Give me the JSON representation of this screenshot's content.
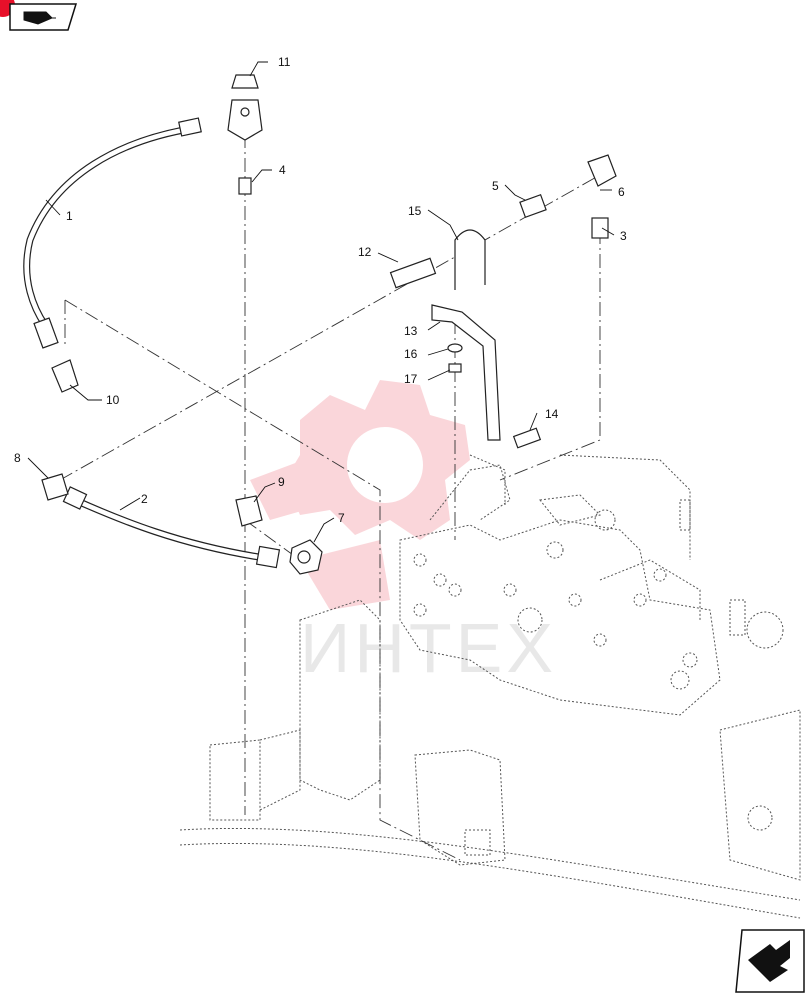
{
  "navigation": {
    "back_icon": "previous-page-arrow-icon",
    "next_icon": "next-page-arrow-icon",
    "corner_badge_color": "#e8102a"
  },
  "watermark": {
    "text": "ИНТЕХ",
    "logo_icon": "gear-cog-logo-icon",
    "logo_color": "#f6b6bd"
  },
  "callouts": [
    "1",
    "2",
    "3",
    "4",
    "5",
    "6",
    "7",
    "8",
    "9",
    "10",
    "11",
    "12",
    "13",
    "14",
    "15",
    "16",
    "17"
  ]
}
